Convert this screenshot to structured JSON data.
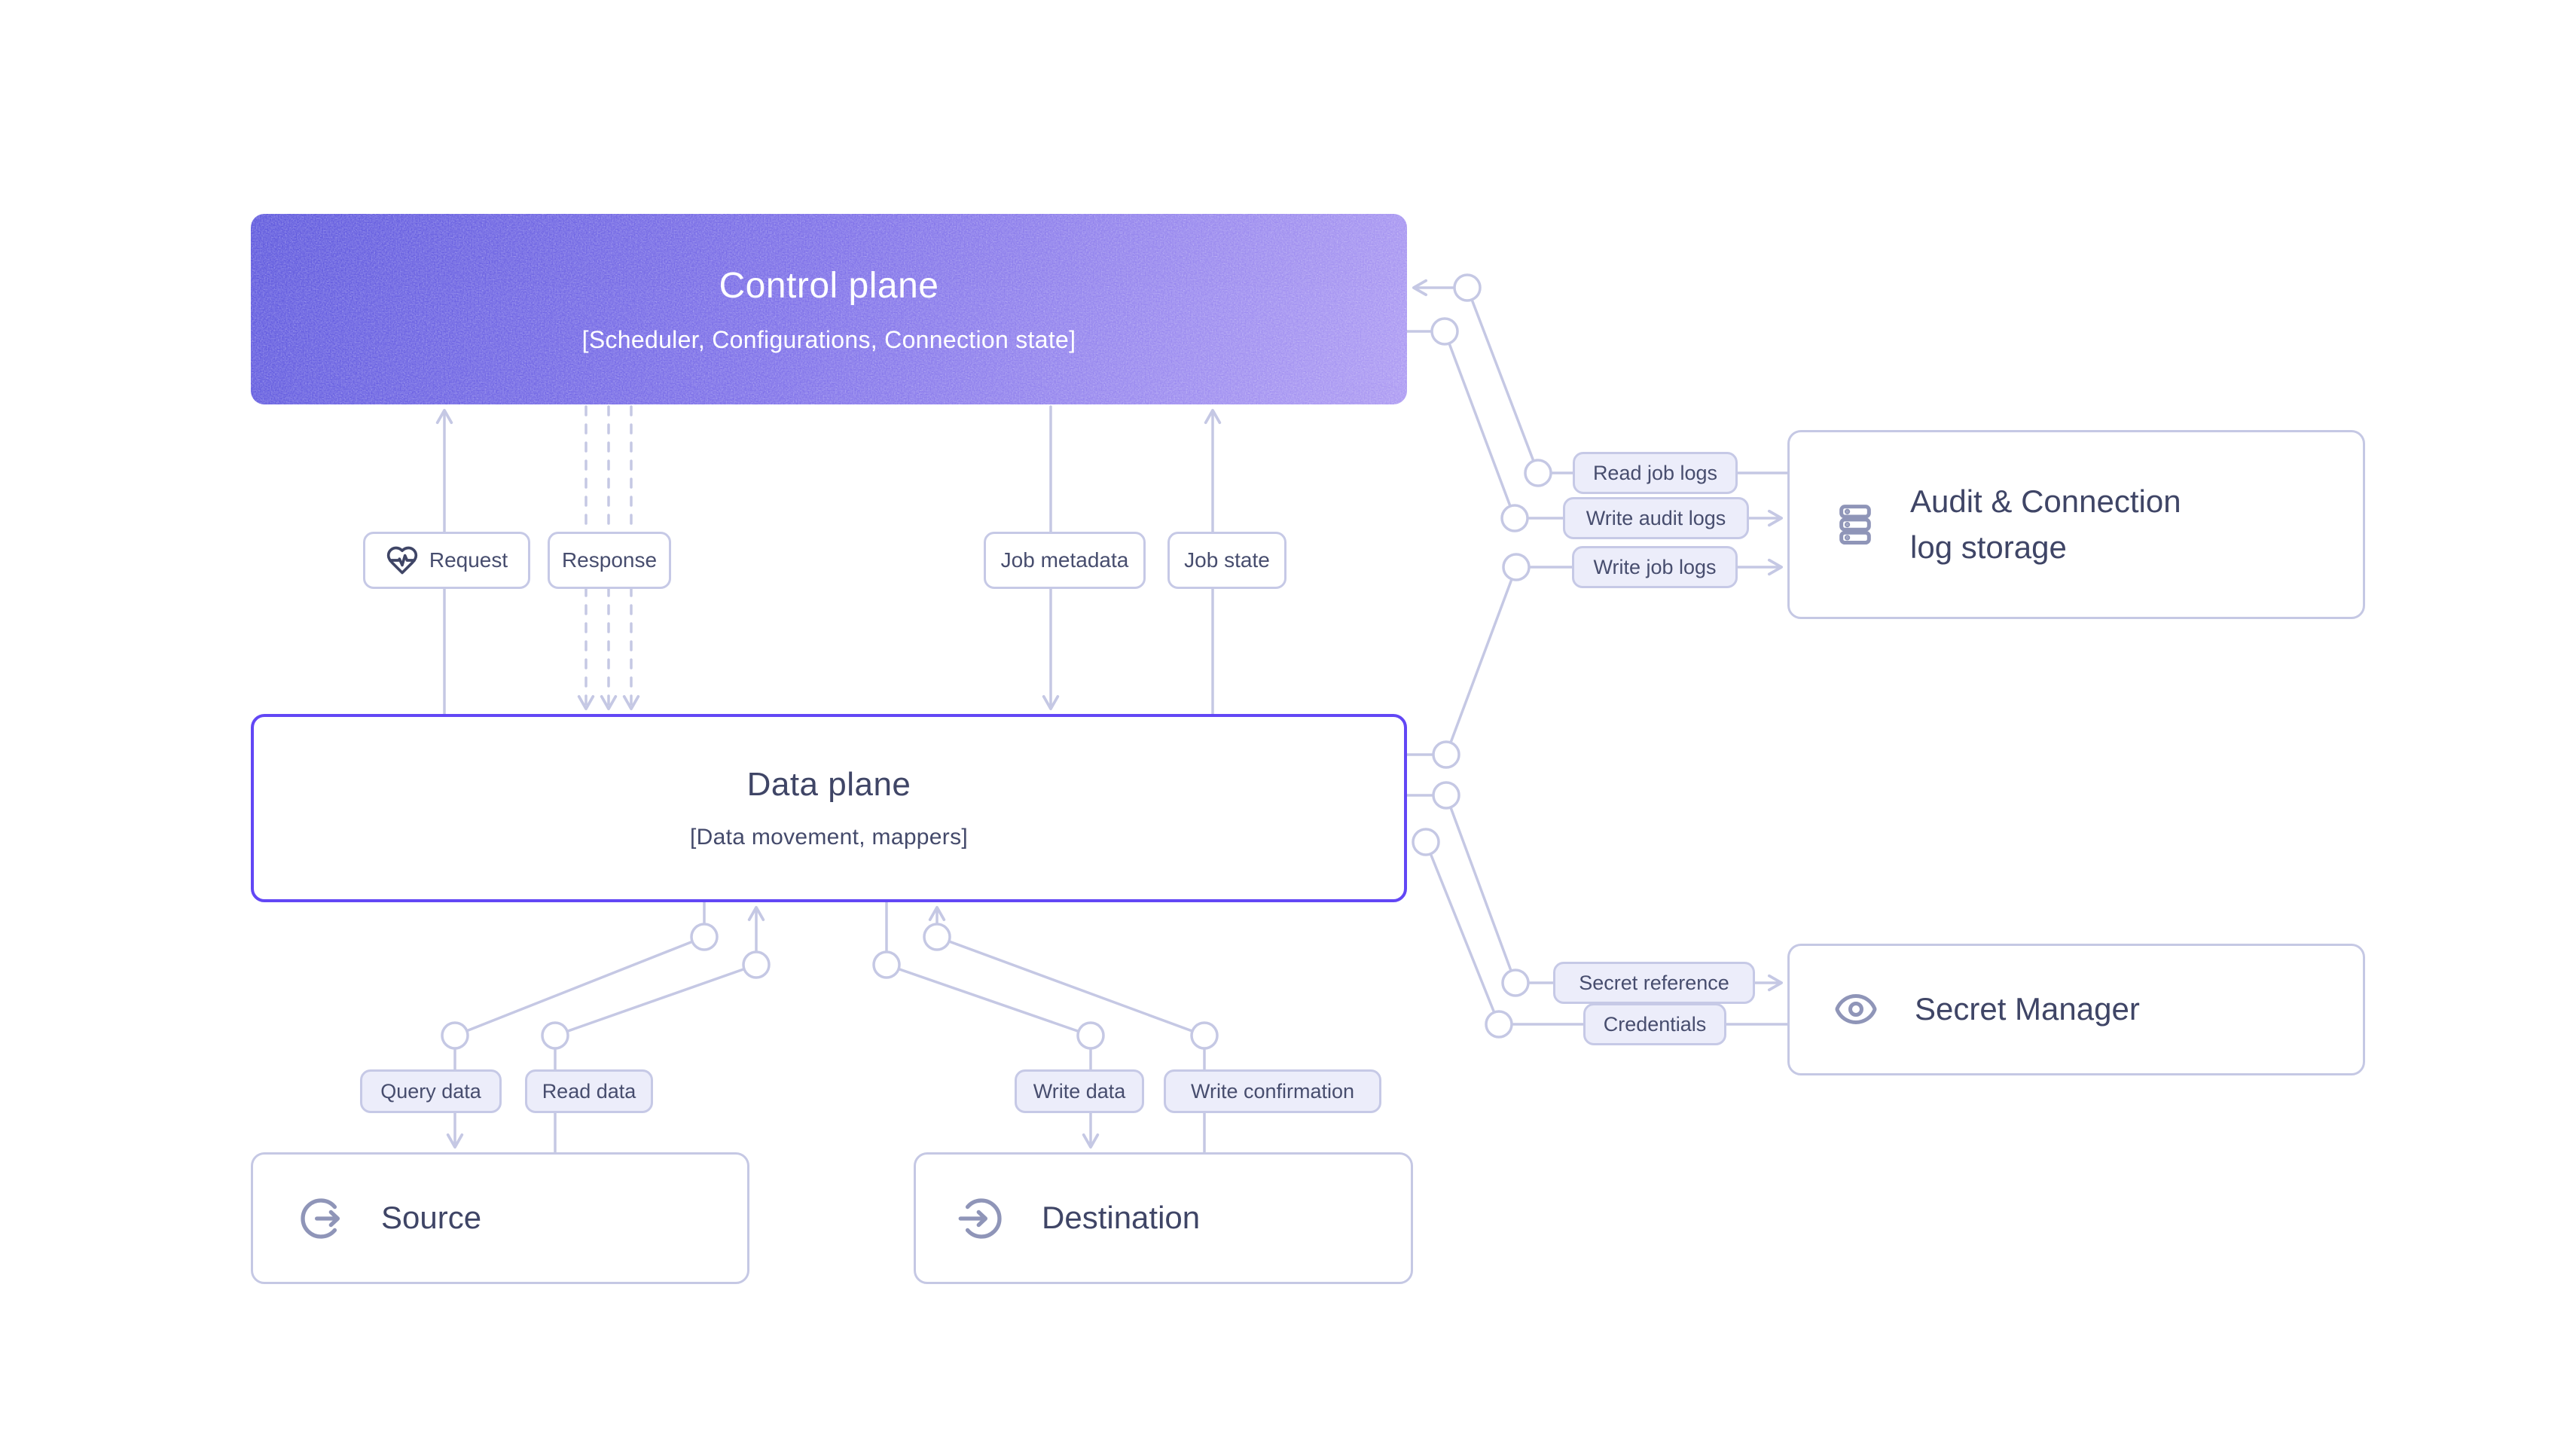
{
  "diagram": {
    "background": "#ffffff",
    "line_color": "#c5c8e4",
    "data_plane_border": "#6247f5",
    "control_gradient_top": "#5d57dd",
    "control_gradient_bottom": "#b19ef4",
    "node_text_color": "#3f4566",
    "pill_fill": "#ecedfa",
    "icon_color": "#8f95b8"
  },
  "nodes": {
    "control_plane": {
      "title": "Control plane",
      "subtitle": "[Scheduler, Configurations, Connection state]"
    },
    "data_plane": {
      "title": "Data plane",
      "subtitle": "[Data movement, mappers]"
    },
    "source": {
      "title": "Source",
      "icon": "circle-arrow-out-icon"
    },
    "destination": {
      "title": "Destination",
      "icon": "circle-arrow-in-icon"
    },
    "audit_log_storage": {
      "title": "Audit & Connection log storage",
      "icon": "server-stack-icon"
    },
    "secret_manager": {
      "title": "Secret Manager",
      "icon": "eye-icon"
    }
  },
  "edge_labels": {
    "request": "Request",
    "response": "Response",
    "job_metadata": "Job metadata",
    "job_state": "Job state",
    "read_job_logs": "Read job logs",
    "write_audit_logs": "Write audit logs",
    "write_job_logs": "Write job logs",
    "secret_reference": "Secret reference",
    "credentials": "Credentials",
    "query_data": "Query data",
    "read_data": "Read data",
    "write_data": "Write data",
    "write_confirmation": "Write confirmation"
  }
}
